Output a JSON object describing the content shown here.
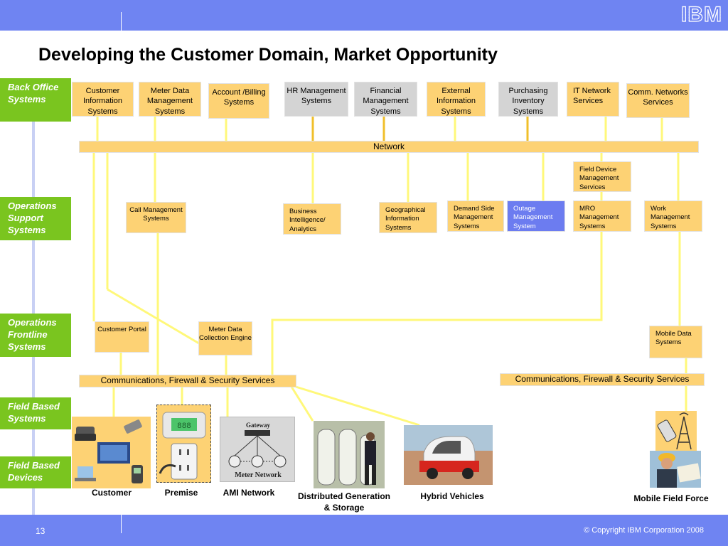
{
  "title": "Developing the Customer Domain,  Market Opportunity",
  "logo": "IBM",
  "footer": {
    "page": "13",
    "copyright": "© Copyright IBM Corporation 2008"
  },
  "categories": {
    "back_office": "Back Office Systems",
    "ops_support": "Operations Support Systems",
    "ops_frontline": "Operations Frontline Systems",
    "field_systems": "Field Based Systems",
    "field_devices": "Field Based Devices"
  },
  "back_office": {
    "cis": "Customer Information Systems",
    "mdm": "Meter Data Management Systems",
    "billing": "Account /Billing Systems",
    "hr": "HR Management Systems",
    "financial": "Financial Management Systems",
    "external": "External Information Systems",
    "purchasing": "Purchasing Inventory Systems",
    "it": "IT Network Services",
    "comm": "Comm. Networks Services"
  },
  "network": "Network",
  "ops_support": {
    "fdms": "Field Device Management Services",
    "call": "Call Management Systems",
    "bi": "Business Intelligence/ Analytics",
    "gis": "Geographical Information Systems",
    "dsm": "Demand Side Management Systems",
    "oms": "Outage Management System",
    "mro": "MRO Management Systems",
    "work": "Work Management Systems"
  },
  "ops_frontline": {
    "portal": "Customer Portal",
    "mdce": "Meter Data Collection Engine",
    "mobile": "Mobile Data Systems"
  },
  "comm_services": {
    "left": "Communications, Firewall & Security Services",
    "right": "Communications, Firewall & Security Services"
  },
  "ami_image": {
    "gateway": "Gateway",
    "meter_network": "Meter Network"
  },
  "premise_display": "888",
  "captions": {
    "customer": "Customer",
    "premise": "Premise",
    "ami": "AMI Network",
    "distributed": "Distributed Generation & Storage",
    "hybrid": "Hybrid Vehicles",
    "mobile": "Mobile Field Force"
  },
  "colors": {
    "header_bar": "#6f84f2",
    "category": "#7ac51f",
    "system_box": "#fdd274",
    "grey_box": "#d4d4d4",
    "outage_box": "#6c7cf0",
    "connector": "#fff87a"
  }
}
